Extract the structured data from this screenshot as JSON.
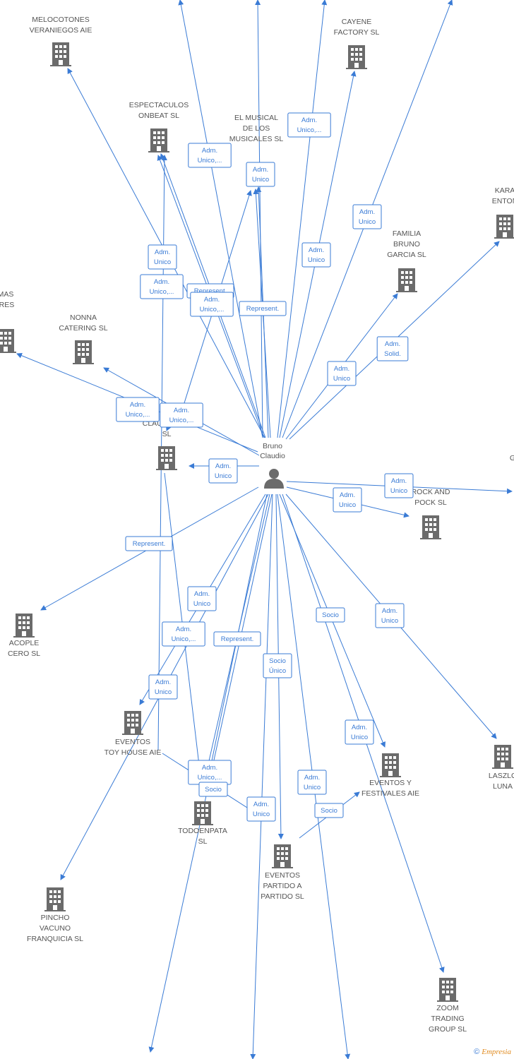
{
  "center": {
    "label_lines": [
      "Bruno",
      "Claudio"
    ]
  },
  "nodes": [
    {
      "id": "melocotones",
      "label_lines": [
        "MELOCOTONES",
        "VERANIEGOS AIE"
      ]
    },
    {
      "id": "cayene",
      "label_lines": [
        "CAYENE",
        "FACTORY SL"
      ]
    },
    {
      "id": "espectaculos",
      "label_lines": [
        "ESPECTACULOS",
        "ONBEAT  SL"
      ]
    },
    {
      "id": "musical",
      "label_lines": [
        "EL MUSICAL",
        "DE LOS",
        "MUSICALES  SL"
      ]
    },
    {
      "id": "kara",
      "label_lines": [
        "KARA",
        "ENTON"
      ]
    },
    {
      "id": "familia",
      "label_lines": [
        "FAMILIA",
        "BRUNO",
        "GARCIA  SL"
      ]
    },
    {
      "id": "mas",
      "label_lines": [
        "MAS",
        "IRES"
      ]
    },
    {
      "id": "nonna",
      "label_lines": [
        "NONNA",
        "CATERING  SL"
      ]
    },
    {
      "id": "clau",
      "label_lines": [
        "CLAU Y FEBR",
        "SL"
      ]
    },
    {
      "id": "g_right",
      "label_lines": [
        "G"
      ]
    },
    {
      "id": "rock",
      "label_lines": [
        "ROCK AND",
        "POCK SL"
      ]
    },
    {
      "id": "acople",
      "label_lines": [
        "ACOPLE",
        "CERO  SL"
      ]
    },
    {
      "id": "eventos_toy",
      "label_lines": [
        "EVENTOS",
        "TOY HOUSE AIE"
      ]
    },
    {
      "id": "laszlo",
      "label_lines": [
        "LASZLO",
        "LUNA"
      ]
    },
    {
      "id": "eventos_fest",
      "label_lines": [
        "EVENTOS Y",
        "FESTIVALES  AIE"
      ]
    },
    {
      "id": "todoenpata",
      "label_lines": [
        "TODOENPATA",
        "SL"
      ]
    },
    {
      "id": "eventos_partido",
      "label_lines": [
        "EVENTOS",
        "PARTIDO A",
        "PARTIDO  SL"
      ]
    },
    {
      "id": "pincho",
      "label_lines": [
        "PINCHO",
        "VACUNO",
        "FRANQUICIA  SL"
      ]
    },
    {
      "id": "zoom",
      "label_lines": [
        "ZOOM",
        "TRADING",
        "GROUP SL"
      ]
    }
  ],
  "edge_labels": [
    {
      "id": "l1",
      "lines": [
        "Adm.",
        "Unico,..."
      ]
    },
    {
      "id": "l2",
      "lines": [
        "Adm.",
        "Unico,..."
      ]
    },
    {
      "id": "l3",
      "lines": [
        "Adm.",
        "Unico"
      ]
    },
    {
      "id": "l4",
      "lines": [
        "Adm.",
        "Unico"
      ]
    },
    {
      "id": "l5",
      "lines": [
        "Adm.",
        "Unico"
      ]
    },
    {
      "id": "l6",
      "lines": [
        "Adm.",
        "Unico"
      ]
    },
    {
      "id": "l7",
      "lines": [
        "Adm.",
        "Unico,..."
      ]
    },
    {
      "id": "l8",
      "lines": [
        "Represent."
      ]
    },
    {
      "id": "l9",
      "lines": [
        "Adm.",
        "Unico,..."
      ]
    },
    {
      "id": "l10",
      "lines": [
        "Represent."
      ]
    },
    {
      "id": "l11",
      "lines": [
        "Adm.",
        "Solid."
      ]
    },
    {
      "id": "l12",
      "lines": [
        "Adm.",
        "Unico"
      ]
    },
    {
      "id": "l13",
      "lines": [
        "Adm.",
        "Unico,..."
      ]
    },
    {
      "id": "l14",
      "lines": [
        "Adm.",
        "Unico,..."
      ]
    },
    {
      "id": "l15",
      "lines": [
        "Adm.",
        "Unico"
      ]
    },
    {
      "id": "l16",
      "lines": [
        "Adm.",
        "Unico"
      ]
    },
    {
      "id": "l17",
      "lines": [
        "Adm.",
        "Unico"
      ]
    },
    {
      "id": "l18",
      "lines": [
        "Represent."
      ]
    },
    {
      "id": "l19",
      "lines": [
        "Adm.",
        "Unico"
      ]
    },
    {
      "id": "l20",
      "lines": [
        "Adm.",
        "Unico,..."
      ]
    },
    {
      "id": "l21",
      "lines": [
        "Represent."
      ]
    },
    {
      "id": "l22",
      "lines": [
        "Socio"
      ]
    },
    {
      "id": "l23",
      "lines": [
        "Adm.",
        "Unico"
      ]
    },
    {
      "id": "l24",
      "lines": [
        "Adm.",
        "Unico"
      ]
    },
    {
      "id": "l25",
      "lines": [
        "Socio",
        "Único"
      ]
    },
    {
      "id": "l26",
      "lines": [
        "Adm.",
        "Unico"
      ]
    },
    {
      "id": "l27",
      "lines": [
        "Adm.",
        "Unico,..."
      ]
    },
    {
      "id": "l28",
      "lines": [
        "Socio"
      ]
    },
    {
      "id": "l29",
      "lines": [
        "Adm.",
        "Unico"
      ]
    },
    {
      "id": "l30",
      "lines": [
        "Adm.",
        "Unico"
      ]
    },
    {
      "id": "l31",
      "lines": [
        "Socio"
      ]
    }
  ],
  "footer": {
    "copyright": "©",
    "brand": "Empresia"
  },
  "colors": {
    "edge": "#3a7bd5",
    "node": "#6b6b6b",
    "label": "#555555"
  }
}
